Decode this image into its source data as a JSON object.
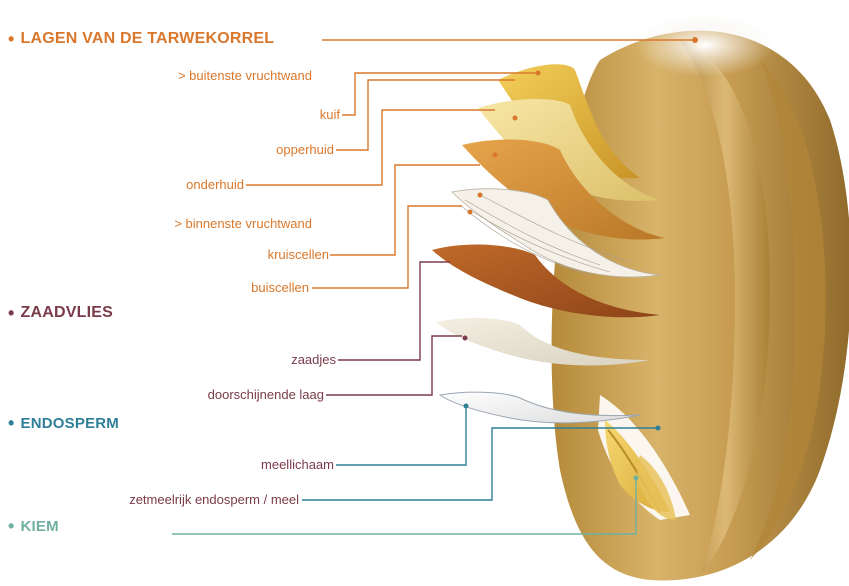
{
  "sections": {
    "layers": {
      "title": "LAGEN VAN DE TARWEKORREL",
      "color": "#d9782c"
    },
    "seed_coat": {
      "title": "ZAADVLIES",
      "color": "#7a3b4a"
    },
    "endosperm": {
      "title": "ENDOSPERM",
      "color": "#2f7f98"
    },
    "germ": {
      "title": "KIEM",
      "color": "#6fb0a0"
    }
  },
  "labels": {
    "outer_pericarp": "> buitenste vruchtwand",
    "tuft": "kuif",
    "epidermis": "opperhuid",
    "hypodermis": "onderhuid",
    "inner_pericarp": "> binnenste vruchtwand",
    "cross_cells": "kruiscellen",
    "tube_cells": "buiscellen",
    "seeds": "zaadjes",
    "hyaline_layer": "doorschijnende laag",
    "aleurone": "meellichaam",
    "starchy_endosperm": "zetmeelrijk endosperm / meel"
  }
}
